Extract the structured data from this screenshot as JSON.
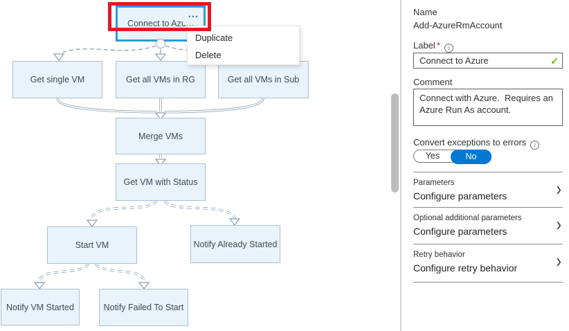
{
  "canvas": {
    "nodes": [
      {
        "label": "Connect to Azure",
        "selected": true
      },
      {
        "label": "Get single VM"
      },
      {
        "label": "Get all VMs in RG"
      },
      {
        "label": "Get all VMs in Sub"
      },
      {
        "label": "Merge VMs"
      },
      {
        "label": "Get VM with Status"
      },
      {
        "label": "Start VM"
      },
      {
        "label": "Notify Already Started"
      },
      {
        "label": "Notify VM Started"
      },
      {
        "label": "Notify Failed To Start"
      }
    ],
    "selected_node_menu": {
      "button_glyph": "...",
      "items": [
        {
          "label": "Duplicate"
        },
        {
          "label": "Delete"
        }
      ]
    }
  },
  "panel": {
    "name": {
      "label": "Name",
      "value": "Add-AzureRmAccount"
    },
    "label_field": {
      "label": "Label",
      "required_marker": "*",
      "value": "Connect to Azure"
    },
    "comment_field": {
      "label": "Comment",
      "value": "Connect with Azure.  Requires an Azure Run As account."
    },
    "convert_exceptions": {
      "label": "Convert exceptions to errors",
      "options": [
        "Yes",
        "No"
      ],
      "selected": "No"
    },
    "sections": [
      {
        "label": "Parameters",
        "action": "Configure parameters"
      },
      {
        "label": "Optional additional parameters",
        "action": "Configure parameters"
      },
      {
        "label": "Retry behavior",
        "action": "Configure retry behavior"
      }
    ]
  },
  "icons": {
    "info": "i",
    "valid_check": "✓",
    "chevron_right": "›"
  },
  "colors": {
    "node_fill": "#e9f3fb",
    "node_border": "#a8c0d4",
    "selected_node_border": "#2b9cd8",
    "connector_gray": "#8ba1b3",
    "highlight_red": "#e11a22",
    "toggle_selected_blue": "#0078d4",
    "valid_green": "#6bb700"
  }
}
